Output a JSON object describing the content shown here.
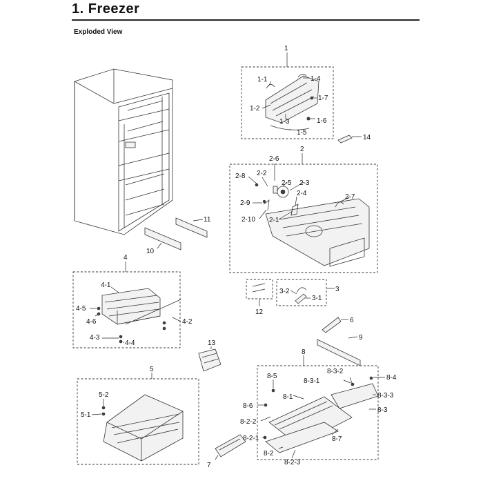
{
  "header": {
    "title": "1.  Freezer",
    "subtitle": "Exploded View"
  },
  "callouts": [
    {
      "id": "c-1",
      "text": "1"
    },
    {
      "id": "c-1-1",
      "text": "1-1"
    },
    {
      "id": "c-1-2",
      "text": "1-2"
    },
    {
      "id": "c-1-3",
      "text": "1-3"
    },
    {
      "id": "c-1-4",
      "text": "1-4"
    },
    {
      "id": "c-1-5",
      "text": "1-5"
    },
    {
      "id": "c-1-6",
      "text": "1-6"
    },
    {
      "id": "c-1-7",
      "text": "1-7"
    },
    {
      "id": "c-14",
      "text": "14"
    },
    {
      "id": "c-2",
      "text": "2"
    },
    {
      "id": "c-2-1",
      "text": "2-1"
    },
    {
      "id": "c-2-2",
      "text": "2-2"
    },
    {
      "id": "c-2-3",
      "text": "2-3"
    },
    {
      "id": "c-2-4",
      "text": "2-4"
    },
    {
      "id": "c-2-5",
      "text": "2-5"
    },
    {
      "id": "c-2-6",
      "text": "2-6"
    },
    {
      "id": "c-2-7",
      "text": "2-7"
    },
    {
      "id": "c-2-8",
      "text": "2-8"
    },
    {
      "id": "c-2-9",
      "text": "2-9"
    },
    {
      "id": "c-2-10",
      "text": "2-10"
    },
    {
      "id": "c-11",
      "text": "11"
    },
    {
      "id": "c-10",
      "text": "10"
    },
    {
      "id": "c-3",
      "text": "3"
    },
    {
      "id": "c-3-1",
      "text": "3-1"
    },
    {
      "id": "c-3-2",
      "text": "3-2"
    },
    {
      "id": "c-12",
      "text": "12"
    },
    {
      "id": "c-4",
      "text": "4"
    },
    {
      "id": "c-4-1",
      "text": "4-1"
    },
    {
      "id": "c-4-2",
      "text": "4-2"
    },
    {
      "id": "c-4-3",
      "text": "4-3"
    },
    {
      "id": "c-4-4",
      "text": "4-4"
    },
    {
      "id": "c-4-5",
      "text": "4-5"
    },
    {
      "id": "c-4-6",
      "text": "4-6"
    },
    {
      "id": "c-6",
      "text": "6"
    },
    {
      "id": "c-9",
      "text": "9"
    },
    {
      "id": "c-13",
      "text": "13"
    },
    {
      "id": "c-5",
      "text": "5"
    },
    {
      "id": "c-5-1",
      "text": "5-1"
    },
    {
      "id": "c-5-2",
      "text": "5-2"
    },
    {
      "id": "c-8",
      "text": "8"
    },
    {
      "id": "c-8-1",
      "text": "8-1"
    },
    {
      "id": "c-8-2",
      "text": "8-2"
    },
    {
      "id": "c-8-2-1",
      "text": "8-2-1"
    },
    {
      "id": "c-8-2-2",
      "text": "8-2-2"
    },
    {
      "id": "c-8-2-3",
      "text": "8-2-3"
    },
    {
      "id": "c-8-3",
      "text": "8-3"
    },
    {
      "id": "c-8-3-1",
      "text": "8-3-1"
    },
    {
      "id": "c-8-3-2",
      "text": "8-3-2"
    },
    {
      "id": "c-8-3-3",
      "text": "8-3-3"
    },
    {
      "id": "c-8-4",
      "text": "8-4"
    },
    {
      "id": "c-8-5",
      "text": "8-5"
    },
    {
      "id": "c-8-6",
      "text": "8-6"
    },
    {
      "id": "c-8-7",
      "text": "8-7"
    },
    {
      "id": "c-7",
      "text": "7"
    }
  ]
}
